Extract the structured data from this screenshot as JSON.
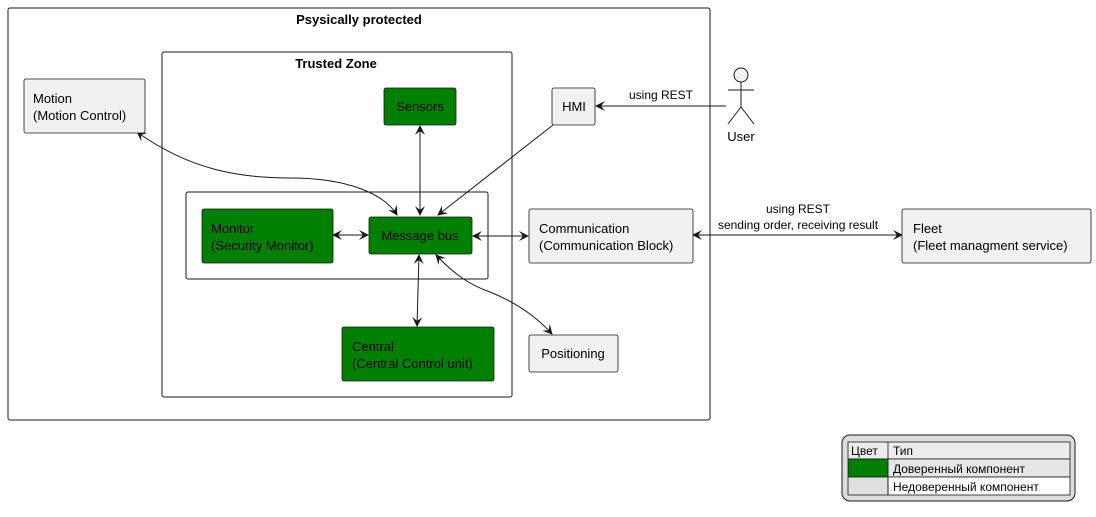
{
  "zones": {
    "physical": "Psysically protected",
    "trusted": "Trusted Zone"
  },
  "nodes": {
    "motion": {
      "line1": "Motion",
      "line2": "(Motion Control)"
    },
    "sensors": {
      "line1": "Sensors"
    },
    "monitor": {
      "line1": "Monitor",
      "line2": "(Security Monitor)"
    },
    "message_bus": {
      "line1": "Message bus"
    },
    "central": {
      "line1": "Central",
      "line2": "(Central Control unit)"
    },
    "hmi": {
      "line1": "HMI"
    },
    "communication": {
      "line1": "Communication",
      "line2": "(Communication Block)"
    },
    "positioning": {
      "line1": "Positioning"
    },
    "fleet": {
      "line1": "Fleet",
      "line2": "(Fleet managment service)"
    },
    "user": {
      "line1": "User"
    }
  },
  "edge_labels": {
    "user_to_hmi": "using REST",
    "comm_fleet_line1": "using REST",
    "comm_fleet_line2": "sending order, receiving result"
  },
  "legend": {
    "header_color": "Цвет",
    "header_type": "Тип",
    "rows": [
      {
        "color": "#008000",
        "label": "Доверенный компонент"
      },
      {
        "color": "#e0e0e0",
        "label": "Недоверенный компонент"
      }
    ]
  },
  "colors": {
    "trusted_fill": "#008000",
    "untrusted_fill": "#f1f1f1",
    "stroke": "#181818",
    "legend_bg": "#dddddd"
  }
}
